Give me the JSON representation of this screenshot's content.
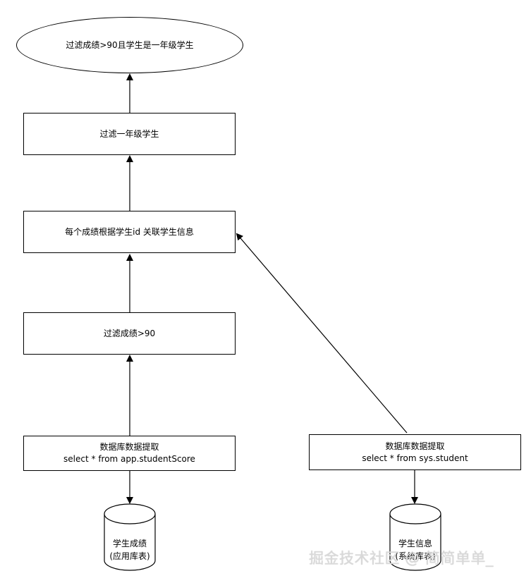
{
  "nodes": {
    "result": "过滤成绩>90且学生是一年级学生",
    "filter_grade": "过滤一年级学生",
    "join": "每个成绩根据学生id 关联学生信息",
    "filter_score": "过滤成绩>90",
    "extract_score": {
      "line1": "数据库数据提取",
      "line2": "select * from app.studentScore"
    },
    "extract_student": {
      "line1": "数据库数据提取",
      "line2": "select * from sys.student"
    },
    "db_score": {
      "line1": "学生成绩",
      "line2": "(应用库表)"
    },
    "db_student": {
      "line1": "学生信息",
      "line2": "(系统库表)"
    }
  },
  "watermark": "掘金技术社区 @ 简简单单_",
  "colors": {
    "stroke": "#000000",
    "background": "#ffffff",
    "watermark": "#d9d9d9"
  }
}
